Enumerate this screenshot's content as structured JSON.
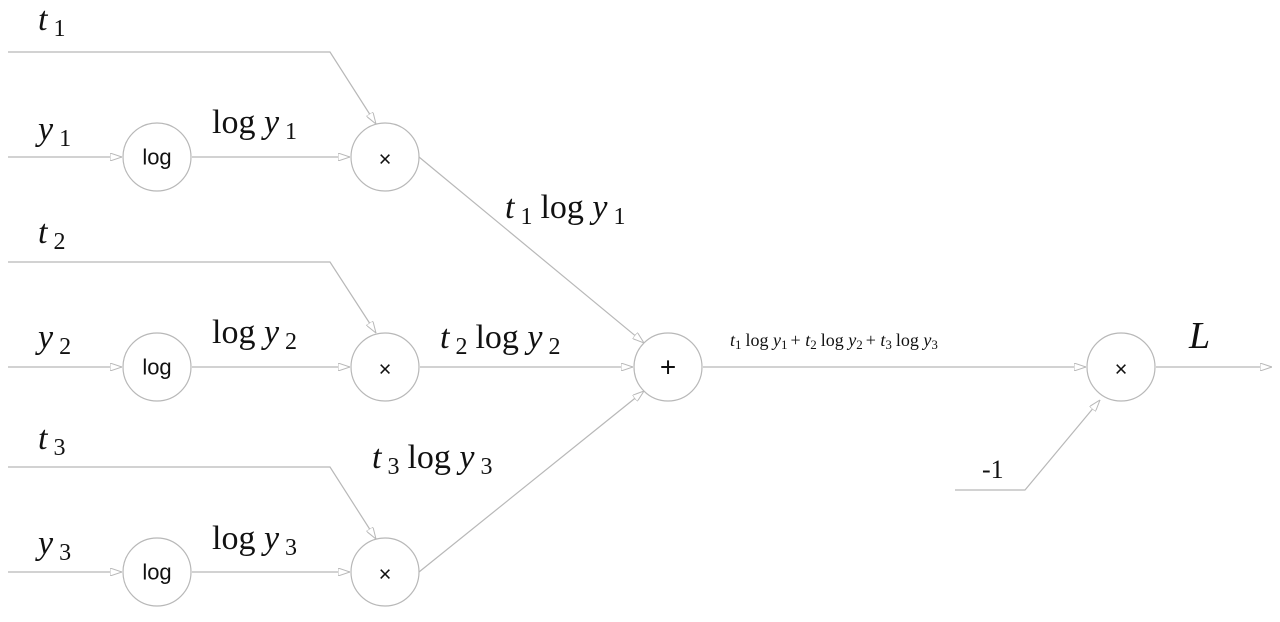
{
  "nodes": {
    "log": "log",
    "mul": "×",
    "add": "+"
  },
  "inputs": [
    {
      "t": "t",
      "y": "y",
      "idx": "1"
    },
    {
      "t": "t",
      "y": "y",
      "idx": "2"
    },
    {
      "t": "t",
      "y": "y",
      "idx": "3"
    }
  ],
  "edge_labels": {
    "log": "log",
    "sum_label": "t1 log y1 + t2 log y2 + t3 log y3",
    "neg_one": "-1",
    "output": "L",
    "plus": "+"
  }
}
